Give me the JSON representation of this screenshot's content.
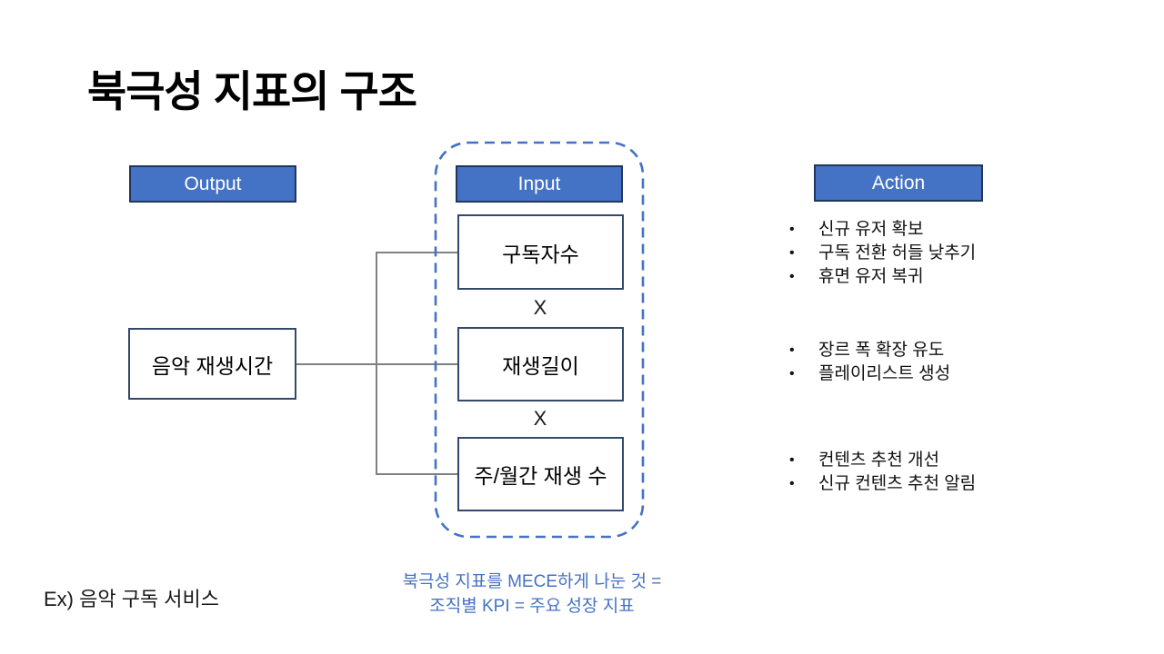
{
  "slide": {
    "title": "북극성 지표의 구조",
    "bullet": "•",
    "columns": {
      "output": {
        "header": "Output",
        "box": "음악 재생시간"
      },
      "input": {
        "header": "Input",
        "operator": "X",
        "boxes": [
          "구독자수",
          "재생길이",
          "주/월간 재생 수"
        ]
      },
      "action": {
        "header": "Action",
        "groups": [
          {
            "items": [
              "신규 유저 확보",
              "구독 전환 허들 낮추기",
              "휴면 유저 복귀"
            ]
          },
          {
            "items": [
              "장르 폭 확장 유도",
              "플레이리스트 생성"
            ]
          },
          {
            "items": [
              "컨텐츠 추천 개선",
              "신규 컨텐츠 추천 알림"
            ]
          }
        ]
      }
    },
    "footer_example": "Ex) 음악 구독 서비스",
    "caption_line1": "북극성 지표를 MECE하게 나눈 것 =",
    "caption_line2": "조직별 KPI = 주요 성장 지표",
    "colors": {
      "header_fill": "#4472C4",
      "header_border": "#22365C",
      "box_border": "#33496B",
      "dashed_border": "#4472C4",
      "connector": "#808080",
      "caption_text": "#4472C4"
    }
  }
}
